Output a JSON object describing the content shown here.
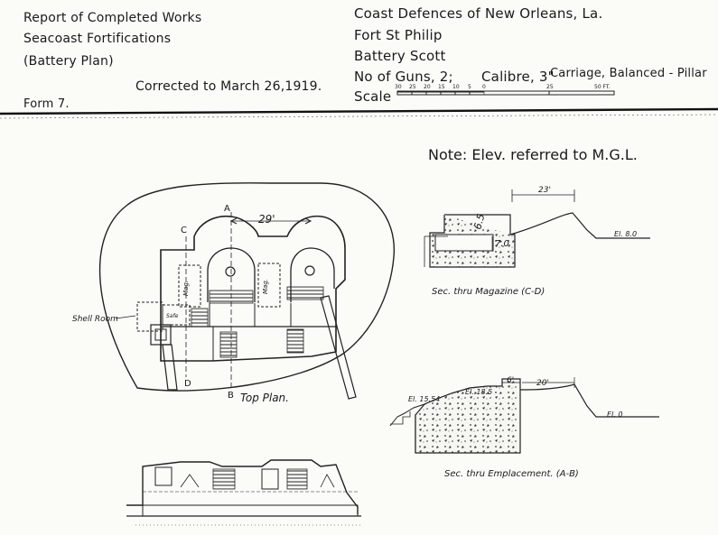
{
  "header": {
    "left": {
      "line1": "Report of Completed Works",
      "line2": "Seacoast Fortifications",
      "line3": "(Battery Plan)",
      "form": "Form 7."
    },
    "corrected": "Corrected to March 26,1919.",
    "right": {
      "defences": "Coast Defences of New Orleans, La.",
      "fort": "Fort St Philip",
      "battery": "Battery Scott",
      "guns_label": "No of Guns, 2;",
      "calibre": "Calibre, 3\"",
      "carriage": "Carriage, Balanced - Pillar",
      "scale_label": "Scale",
      "scale_ticks": [
        "30",
        "25",
        "20",
        "15",
        "10",
        "5",
        "0",
        "25",
        "50 FT."
      ]
    }
  },
  "note": "Note: Elev. referred to M.G.L.",
  "top_plan": {
    "title": "Top Plan.",
    "dimension": "29'",
    "section_a": "A",
    "section_b": "B",
    "section_c": "C",
    "section_d": "D",
    "shell_room": "Shell Room",
    "safe": "Safe",
    "magazine_1": "Mag.",
    "magazine_2": "Mag."
  },
  "section_magazine": {
    "title": "Sec. thru Magazine (C-D)",
    "dim_top": "23'",
    "dim_thick": "6.5",
    "dim_height": "7.0",
    "elev": "El. 8.0"
  },
  "section_emplacement": {
    "title": "Sec. thru Emplacement. (A-B)",
    "dim_6": "6'",
    "dim_20": "20'",
    "elev_parapet": "El. 18.5",
    "elev_floor": "El. 15.54",
    "elev_ground": "El. 0"
  }
}
